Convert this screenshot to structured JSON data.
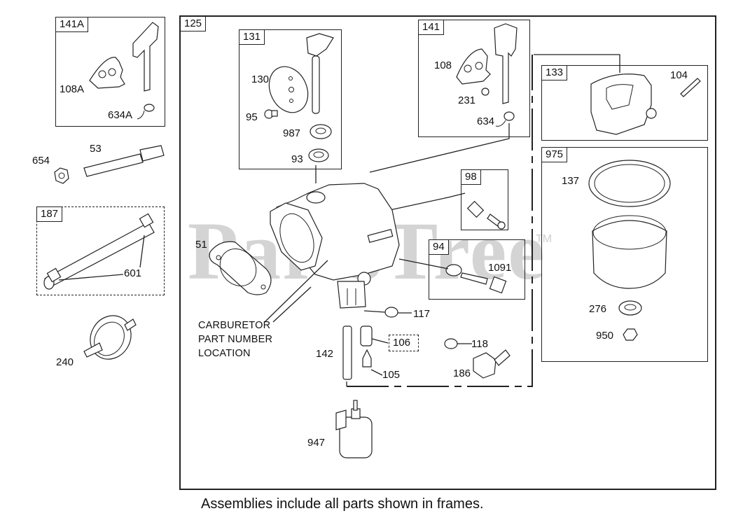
{
  "diagram": {
    "title": "Carburetor exploded parts diagram",
    "watermark": "PartsTree",
    "watermark_tm": "TM",
    "caption": "Assemblies include all parts shown in frames.",
    "note_lines": [
      "CARBURETOR",
      "PART NUMBER",
      "LOCATION"
    ],
    "frames": [
      {
        "id": "141A",
        "label": "141A"
      },
      {
        "id": "187",
        "label": "187"
      },
      {
        "id": "125",
        "label": "125"
      },
      {
        "id": "131",
        "label": "131"
      },
      {
        "id": "141",
        "label": "141"
      },
      {
        "id": "133",
        "label": "133"
      },
      {
        "id": "975",
        "label": "975"
      },
      {
        "id": "98",
        "label": "98"
      },
      {
        "id": "94",
        "label": "94"
      },
      {
        "id": "106",
        "label": "106"
      }
    ],
    "parts": {
      "p108A": "108A",
      "p634A": "634A",
      "p654": "654",
      "p53": "53",
      "p601": "601",
      "p240": "240",
      "p130": "130",
      "p95": "95",
      "p987": "987",
      "p93": "93",
      "p108": "108",
      "p231": "231",
      "p634": "634",
      "p104": "104",
      "p137": "137",
      "p276": "276",
      "p950": "950",
      "p51": "51",
      "p1091": "1091",
      "p117": "117",
      "p142": "142",
      "p105": "105",
      "p118": "118",
      "p186": "186",
      "p947": "947"
    }
  }
}
